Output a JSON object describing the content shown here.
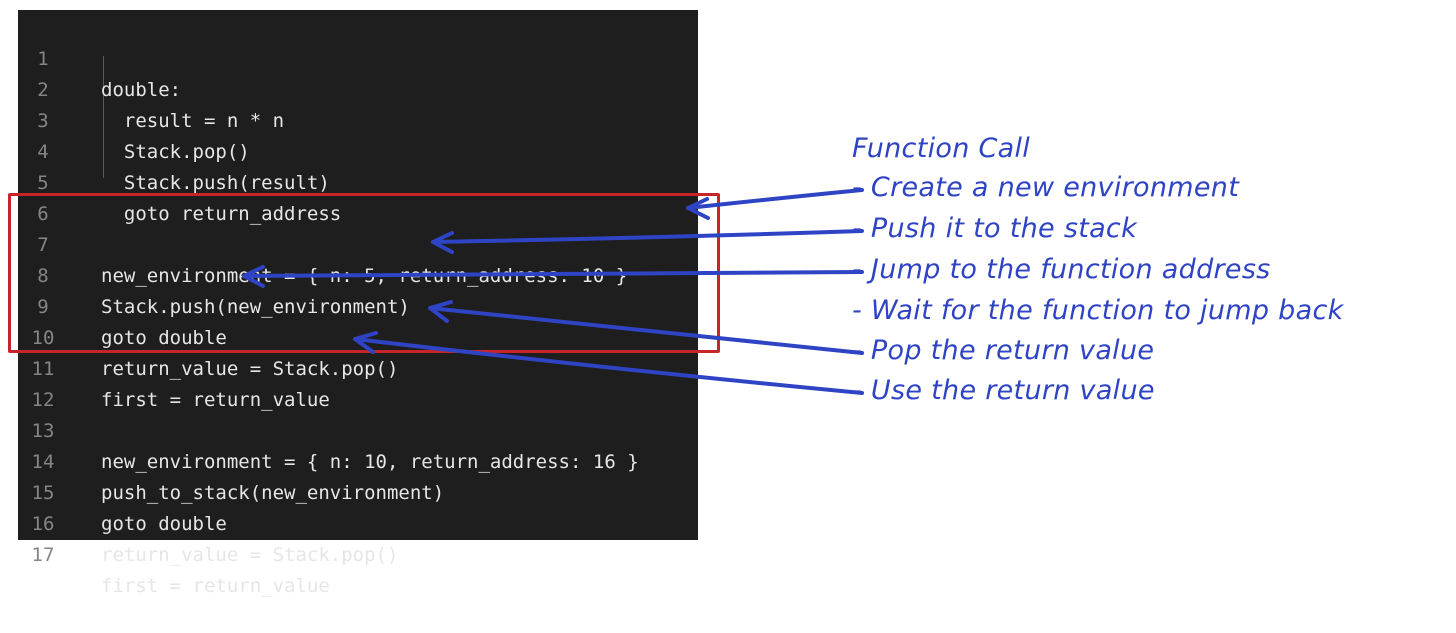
{
  "code_lines": [
    {
      "num": "1",
      "code": "double:"
    },
    {
      "num": "2",
      "code": "  result = n * n"
    },
    {
      "num": "3",
      "code": "  Stack.pop()"
    },
    {
      "num": "4",
      "code": "  Stack.push(result)"
    },
    {
      "num": "5",
      "code": "  goto return_address"
    },
    {
      "num": "6",
      "code": ""
    },
    {
      "num": "7",
      "code": "new_environment = { n: 5, return_address: 10 }"
    },
    {
      "num": "8",
      "code": "Stack.push(new_environment)"
    },
    {
      "num": "9",
      "code": "goto double"
    },
    {
      "num": "10",
      "code": "return_value = Stack.pop()"
    },
    {
      "num": "11",
      "code": "first = return_value"
    },
    {
      "num": "12",
      "code": ""
    },
    {
      "num": "13",
      "code": "new_environment = { n: 10, return_address: 16 }"
    },
    {
      "num": "14",
      "code": "push_to_stack(new_environment)"
    },
    {
      "num": "15",
      "code": "goto double"
    },
    {
      "num": "16",
      "code": "return_value = Stack.pop()"
    },
    {
      "num": "17",
      "code": "first = return_value"
    }
  ],
  "annotations": {
    "title": "Function Call",
    "steps": [
      "- Create a new environment",
      "- Push it to the stack",
      "- Jump to the function address",
      "- Wait for the function to jump back",
      "- Pop the return value",
      "- Use the return value"
    ]
  },
  "colors": {
    "code_background": "#1e1e1e",
    "code_text": "#e6e6e6",
    "line_number": "#858585",
    "highlight_border": "#c8252a",
    "annotation_ink": "#2f44c4"
  }
}
